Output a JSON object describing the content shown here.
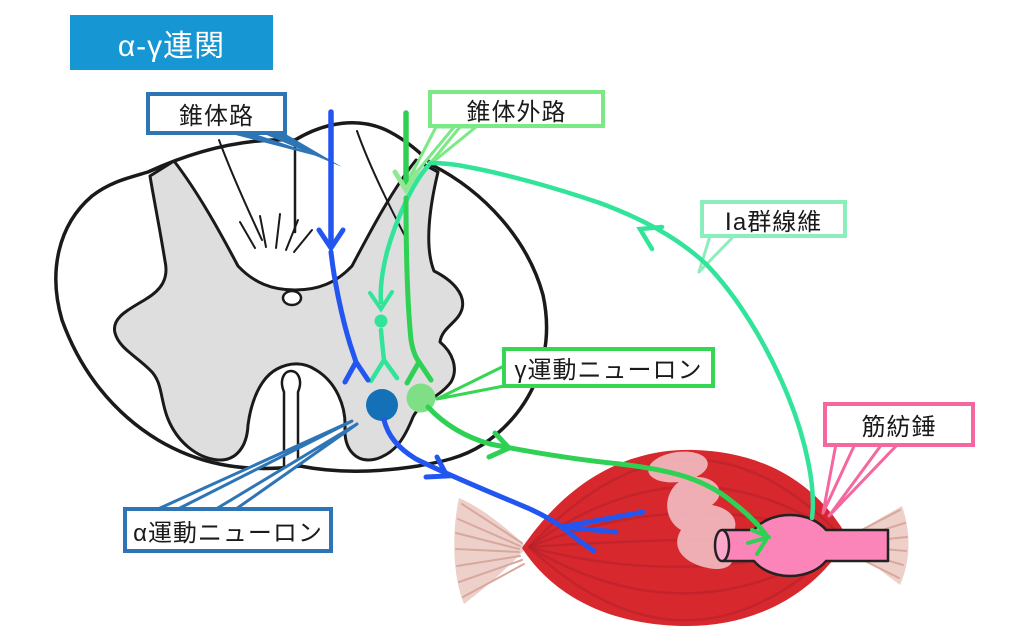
{
  "title": {
    "text": "α-γ連関"
  },
  "labels": {
    "pyramidal_tract": "錐体路",
    "extrapyramidal_tract": "錐体外路",
    "ia_group_fiber": "Ⅰa群線維",
    "gamma_motor_neuron": "γ運動ニューロン",
    "alpha_motor_neuron": "α運動ニューロン",
    "muscle_spindle": "筋紡錘"
  },
  "colors": {
    "title_bg": "#1697d4",
    "title_text": "#ffffff",
    "blue_box_border": "#2e75b6",
    "pyramidal_line": "#2356f0",
    "alpha_soma": "#1471b8",
    "extrapyramidal_line": "#2ed153",
    "extrapyramidal_arrow": "#90e894",
    "extrapyramidal_box_border": "#7ce986",
    "gamma_soma": "#7fdf85",
    "gamma_box_border": "#36d552",
    "ia_line": "#32e49a",
    "ia_box_border": "#8beebc",
    "pink_box_border": "#f4679f",
    "spindle_fill": "#fb85b8",
    "muscle_red": "#d7282e",
    "muscle_striation": "#b2202a",
    "tendon_fill": "#edd0c9",
    "gray_matter": "#dedede",
    "outline": "#1a1a1a"
  }
}
